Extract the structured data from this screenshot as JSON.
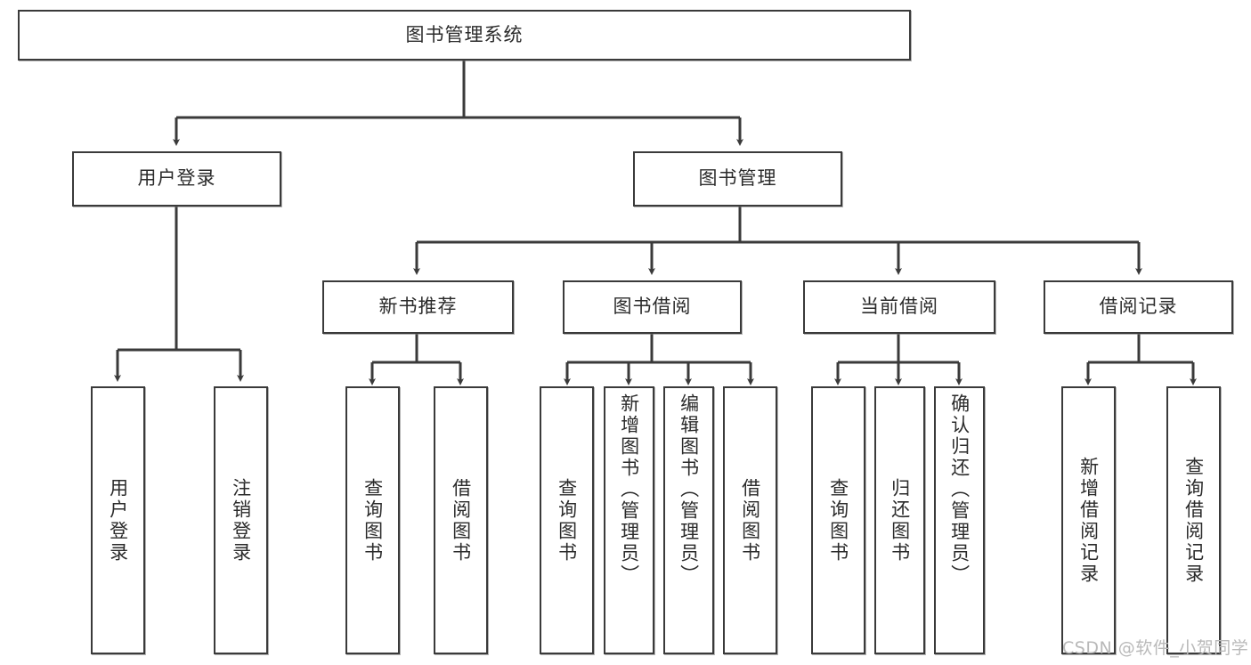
{
  "diagram": {
    "type": "tree",
    "title": "图书管理系统",
    "watermark": "CSDN @软件_小贺同学",
    "colors": {
      "box_border": "#3a3a3a",
      "box_fill": "#ffffff",
      "connector": "#3a3a3a",
      "text": "#2b2b2b",
      "watermark": "#b9b9b9"
    },
    "nodes": {
      "root": {
        "label": "图书管理系统",
        "level": 1,
        "orientation": "horizontal"
      },
      "l2": [
        {
          "id": "user-login",
          "label": "用户登录",
          "level": 2,
          "orientation": "horizontal"
        },
        {
          "id": "book-manage",
          "label": "图书管理",
          "level": 2,
          "orientation": "horizontal"
        }
      ],
      "l3": [
        {
          "id": "new-book-rec",
          "label": "新书推荐",
          "level": 3,
          "orientation": "horizontal"
        },
        {
          "id": "book-borrow",
          "label": "图书借阅",
          "level": 3,
          "orientation": "horizontal"
        },
        {
          "id": "current-borrow",
          "label": "当前借阅",
          "level": 3,
          "orientation": "horizontal"
        },
        {
          "id": "borrow-record",
          "label": "借阅记录",
          "level": 3,
          "orientation": "horizontal"
        }
      ],
      "leaves": [
        {
          "id": "leaf-user-login",
          "label": "用户登录",
          "parent": "user-login",
          "orientation": "vertical",
          "align": "center"
        },
        {
          "id": "leaf-user-logout",
          "label": "注销登录",
          "parent": "user-login",
          "orientation": "vertical",
          "align": "center"
        },
        {
          "id": "leaf-query-book-1",
          "label": "查询图书",
          "parent": "new-book-rec",
          "orientation": "vertical",
          "align": "center"
        },
        {
          "id": "leaf-borrow-book-1",
          "label": "借阅图书",
          "parent": "new-book-rec",
          "orientation": "vertical",
          "align": "center"
        },
        {
          "id": "leaf-query-book-2",
          "label": "查询图书",
          "parent": "book-borrow",
          "orientation": "vertical",
          "align": "center"
        },
        {
          "id": "leaf-add-book",
          "label": "新增图书（管理员）",
          "parent": "book-borrow",
          "orientation": "vertical",
          "align": "top"
        },
        {
          "id": "leaf-edit-book",
          "label": "编辑图书（管理员）",
          "parent": "book-borrow",
          "orientation": "vertical",
          "align": "top"
        },
        {
          "id": "leaf-borrow-book-2",
          "label": "借阅图书",
          "parent": "book-borrow",
          "orientation": "vertical",
          "align": "center"
        },
        {
          "id": "leaf-query-book-3",
          "label": "查询图书",
          "parent": "current-borrow",
          "orientation": "vertical",
          "align": "center"
        },
        {
          "id": "leaf-return-book",
          "label": "归还图书",
          "parent": "current-borrow",
          "orientation": "vertical",
          "align": "center"
        },
        {
          "id": "leaf-confirm-return",
          "label": "确认归还（管理员）",
          "parent": "current-borrow",
          "orientation": "vertical",
          "align": "top"
        },
        {
          "id": "leaf-add-record",
          "label": "新增借阅记录",
          "parent": "borrow-record",
          "orientation": "vertical",
          "align": "center"
        },
        {
          "id": "leaf-query-record",
          "label": "查询借阅记录",
          "parent": "borrow-record",
          "orientation": "vertical",
          "align": "center"
        }
      ]
    }
  }
}
